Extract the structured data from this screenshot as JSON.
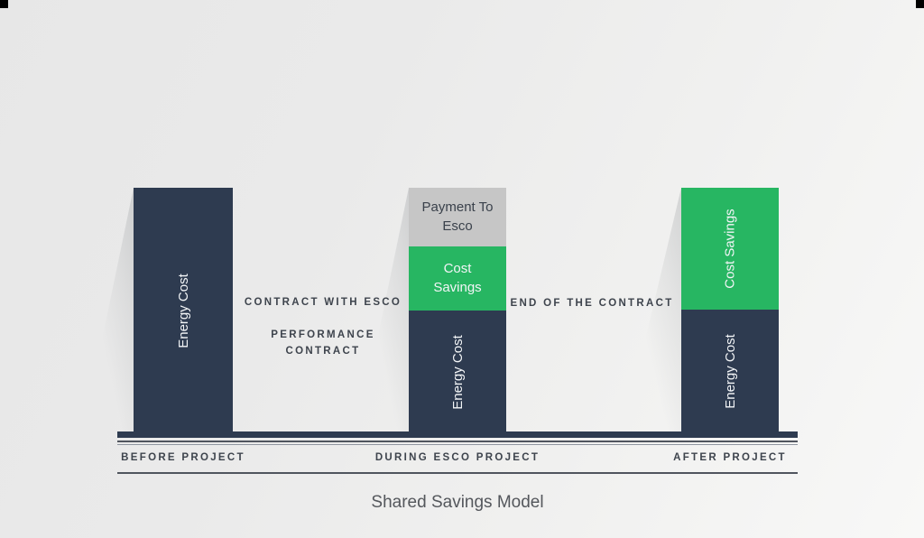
{
  "title": "Shared Savings Model",
  "colors": {
    "navy": "#2e3b50",
    "green": "#27b662",
    "gray": "#c6c6c6",
    "line_dark": "#50555e",
    "text_caps": "#3e444d",
    "title_text": "#54575c"
  },
  "axis": {
    "stages": [
      {
        "label": "BEFORE PROJECT"
      },
      {
        "label": "DURING ESCO PROJECT"
      },
      {
        "label": "AFTER PROJECT"
      }
    ]
  },
  "annotations": {
    "contract_with_esco": "CONTRACT WITH ESCO",
    "performance_contract": "PERFORMANCE CONTRACT",
    "end_of_contract": "END OF THE CONTRACT"
  },
  "bars": {
    "before": {
      "energy_label": "Energy Cost"
    },
    "during": {
      "payment_label": "Payment To Esco",
      "savings_label": "Cost Savings",
      "energy_label": "Energy Cost"
    },
    "after": {
      "savings_label": "Cost Savings",
      "energy_label": "Energy Cost"
    }
  },
  "chart_data": {
    "type": "bar",
    "categories": [
      "BEFORE PROJECT",
      "DURING ESCO PROJECT",
      "AFTER PROJECT"
    ],
    "series": [
      {
        "name": "Energy Cost",
        "values": [
          100,
          50,
          50
        ],
        "color": "#2e3b50"
      },
      {
        "name": "Cost Savings",
        "values": [
          0,
          26,
          50
        ],
        "color": "#27b662"
      },
      {
        "name": "Payment To Esco",
        "values": [
          0,
          24,
          0
        ],
        "color": "#c6c6c6"
      }
    ],
    "title": "Shared Savings Model",
    "xlabel": "",
    "ylabel": "",
    "legend_position": "none",
    "grid": false
  }
}
